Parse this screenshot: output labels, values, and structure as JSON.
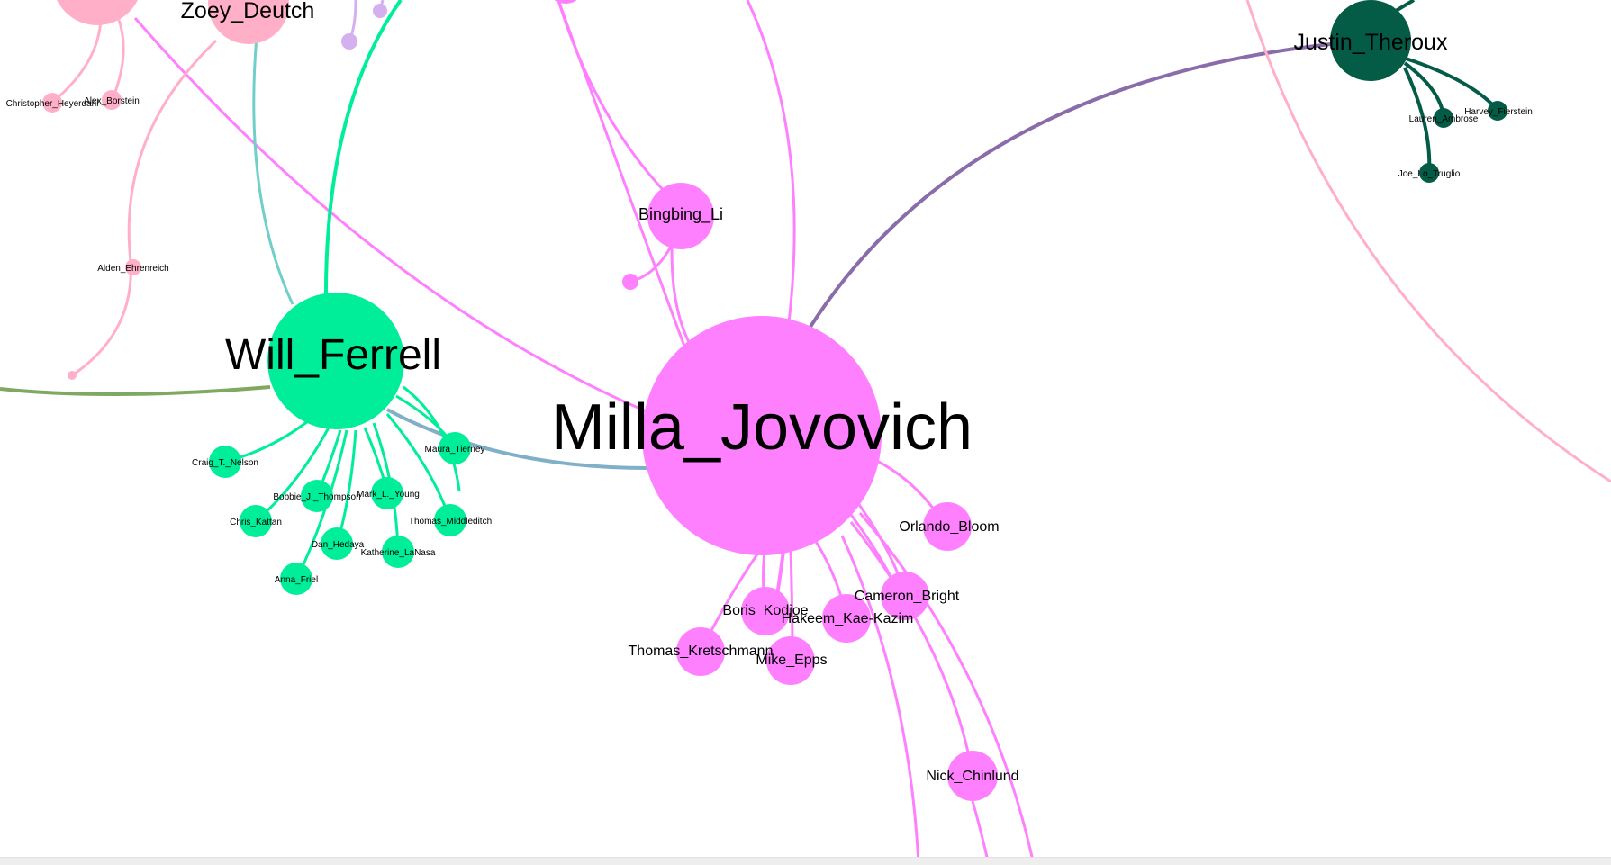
{
  "colors": {
    "jovovich": "#ff80ff",
    "ferrell": "#00ee99",
    "pink": "#ffb0c8",
    "theroux": "#045c47",
    "edge_purple": "#8a6caa",
    "edge_teal": "#70d0c8",
    "edge_steel": "#80b0c8",
    "edge_green": "#7fa860",
    "lavender": "#d4b0f0"
  },
  "nodes": {
    "milla_jovovich": "Milla_Jovovich",
    "will_ferrell": "Will_Ferrell",
    "zoey_deutch": "Zoey_Deutch",
    "justin_theroux": "Justin_Theroux",
    "bingbing_li": "Bingbing_Li",
    "orlando_bloom": "Orlando_Bloom",
    "cameron_bright": "Cameron_Bright",
    "boris_kodjoe": "Boris_Kodjoe",
    "hakeem_kae_kazim": "Hakeem_Kae-Kazim",
    "thomas_kretschmann": "Thomas_Kretschmann",
    "mike_epps": "Mike_Epps",
    "nick_chinlund": "Nick_Chinlund",
    "craig_t_nelson": "Craig_T._Nelson",
    "bobbie_j_thompson": "Bobbie_J._Thompson",
    "mark_l_young": "Mark_L._Young",
    "maura_tierney": "Maura_Tierney",
    "chris_kattan": "Chris_Kattan",
    "thomas_middleditch": "Thomas_Middleditch",
    "dan_heder": "Dan_Hedaya",
    "katherine_lanasa": "Katherine_LaNasa",
    "anna_friel": "Anna_Friel",
    "christopher_heyerdahl": "Christopher_Heyerdahl",
    "mark_borstein": "Alex_Borstein",
    "alden_ehrenreich": "Alden_Ehrenreich",
    "harvey_fierstein": "Harvey_Fierstein",
    "lauren_ambrose": "Lauren_Ambrose",
    "joe_lo_truglio": "Joe_Lo_Truglio"
  }
}
